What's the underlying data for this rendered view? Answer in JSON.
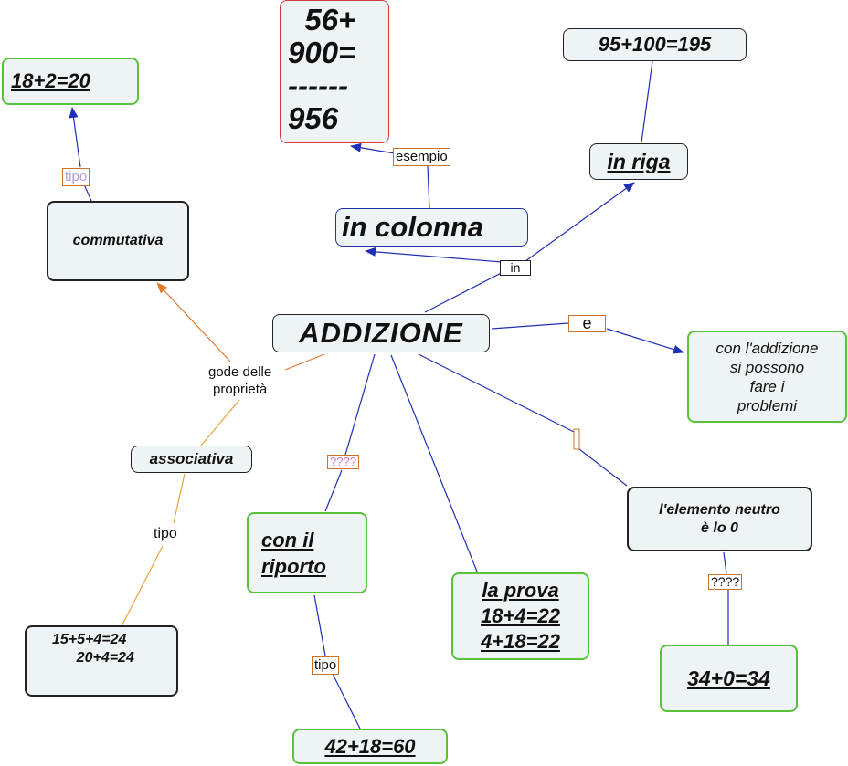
{
  "colors": {
    "link_blue": "#1f2fb5",
    "link_orange": "#e07a2e",
    "link_yellow": "#e8a33c",
    "border_green": "#57c23a",
    "border_red": "#d23b3b",
    "node_fill": "#eef3f5",
    "label_border": "#c8742a"
  },
  "nodes": {
    "addizione": "ADDIZIONE",
    "in_colonna": "in colonna",
    "colonna_example": "  56+\n900=\n------\n956",
    "in_riga": "in riga",
    "riga_example": "95+100=195",
    "commutativa": "commutativa",
    "commutativa_example": "18+2=20",
    "associativa": "associativa",
    "associativa_example": "15+5+4=24\n      20+4=24",
    "con_il_riporto": "con il\nriporto",
    "riporto_example": "42+18=60",
    "la_prova": "la prova\n18+4=22\n4+18=22",
    "problemi": "con l'addizione\nsi possono\nfare i\nproblemi",
    "elemento_neutro": "l'elemento neutro\nè lo 0",
    "neutro_example": "34+0=34"
  },
  "labels": {
    "esempio": "esempio",
    "in": "in",
    "tipo_commutativa": "tipo",
    "gode": "gode delle\nproprietà",
    "tipo_associativa": "tipo",
    "riporto_q": "????",
    "tipo_riporto": "tipo",
    "e": "e",
    "neutro_q": "????"
  }
}
